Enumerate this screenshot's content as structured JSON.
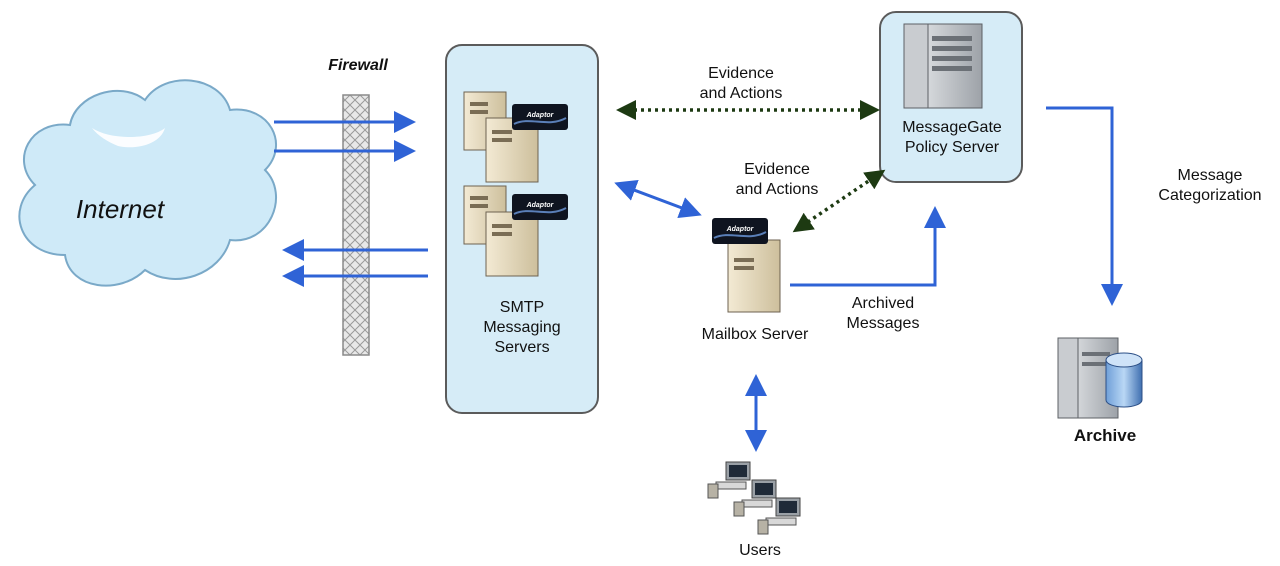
{
  "labels": {
    "internet": "Internet",
    "firewall": "Firewall",
    "smtp": [
      "SMTP",
      "Messaging",
      "Servers"
    ],
    "evidence_top": [
      "Evidence",
      "and Actions"
    ],
    "evidence_mid": [
      "Evidence",
      "and Actions"
    ],
    "policy_server": [
      "MessageGate",
      "Policy Server"
    ],
    "message_categorization": [
      "Message",
      "Categorization"
    ],
    "mailbox_server": "Mailbox Server",
    "archived_messages": [
      "Archived",
      "Messages"
    ],
    "archive": "Archive",
    "users": "Users",
    "adapter": "Adaptor"
  },
  "colors": {
    "blue_arrow": "#2f63d6",
    "dark_dotted_arrow": "#1d3a12",
    "panel_fill": "#d6ecf7",
    "cloud_fill": "#cfeaf8",
    "server_beige": "#e8dcc0",
    "server_gray": "#d4d6d8"
  }
}
